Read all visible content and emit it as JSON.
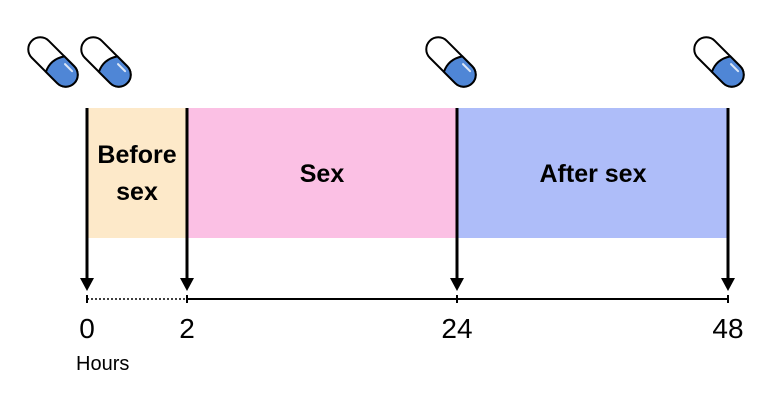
{
  "phases": [
    {
      "label_lines": [
        "Before",
        "sex"
      ],
      "color": "#fde9c9"
    },
    {
      "label_lines": [
        "Sex"
      ],
      "color": "#fbc0e4"
    },
    {
      "label_lines": [
        "After sex"
      ],
      "color": "#aebdf9"
    }
  ],
  "axis": {
    "ticks": [
      "0",
      "2",
      "24",
      "48"
    ],
    "unit": "Hours"
  },
  "pill": {
    "cap_color": "#ffffff",
    "body_color": "#4f86d6",
    "doses_at_hours": [
      "0",
      "0",
      "24",
      "48"
    ]
  }
}
